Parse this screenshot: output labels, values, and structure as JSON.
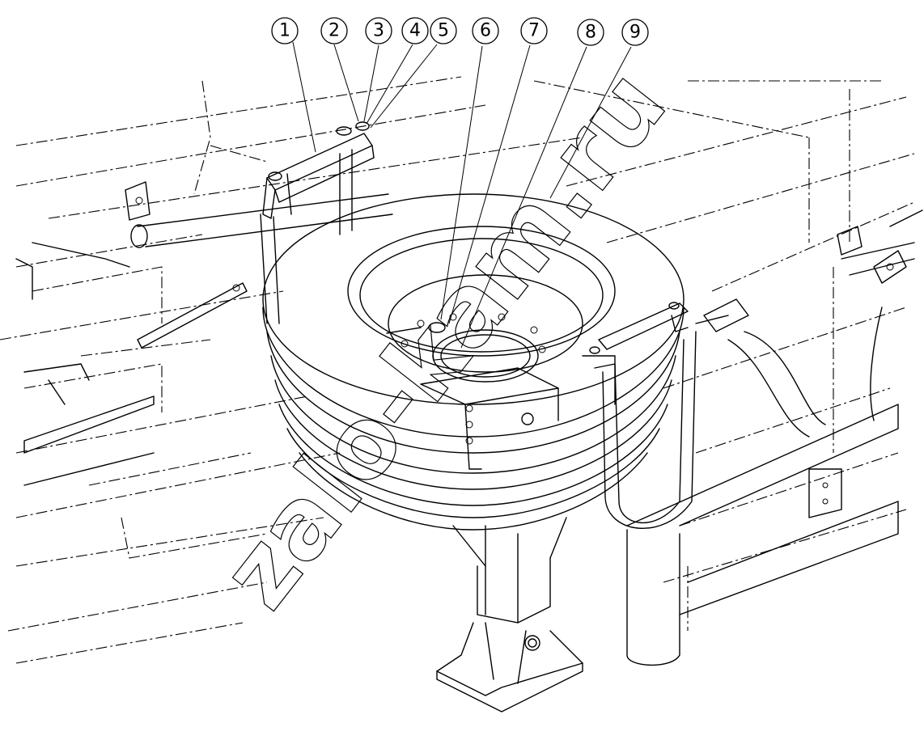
{
  "callouts": [
    "1",
    "2",
    "3",
    "4",
    "5",
    "6",
    "7",
    "8",
    "9"
  ],
  "watermark": "zalo-kam.ru"
}
